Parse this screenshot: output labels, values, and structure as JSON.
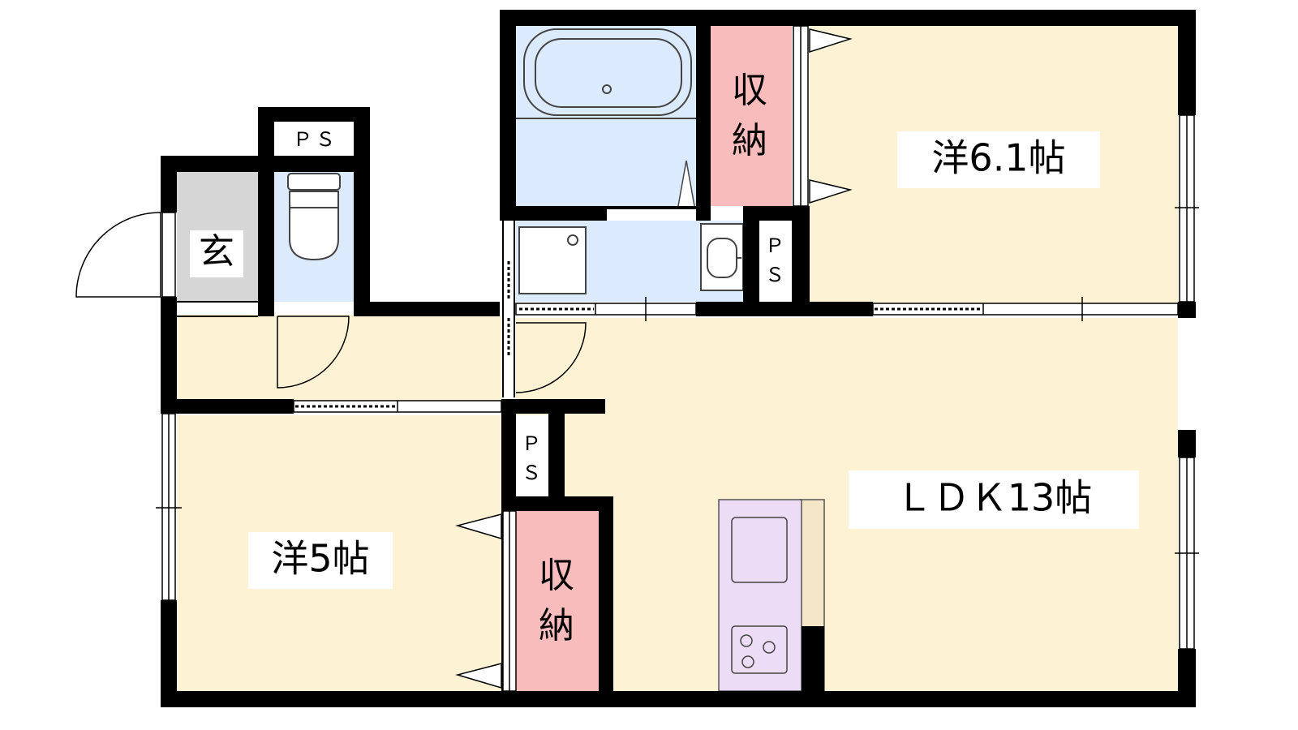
{
  "rooms": {
    "western_6": {
      "label": "洋6.1帖"
    },
    "western_5": {
      "label": "洋5帖"
    },
    "ldk": {
      "label": "ＬＤＫ13帖"
    },
    "entrance": {
      "label": "玄"
    },
    "storage_top": {
      "label_line1": "収",
      "label_line2": "納"
    },
    "storage_bottom": {
      "label_line1": "収",
      "label_line2": "納"
    },
    "ps_toilet": {
      "label": "ＰＳ"
    },
    "ps_wash_line1": "Ｐ",
    "ps_wash_line2": "Ｓ",
    "ps_ldk_line1": "Ｐ",
    "ps_ldk_line2": "Ｓ"
  },
  "colors": {
    "room_beige": "#fdf3d4",
    "wet_blue": "#dbeafd",
    "storage_pink": "#f8bcbc",
    "entrance_gray": "#d6d6d6",
    "kitchen_purple": "#ecdcf5",
    "kitchen_counter": "#f5e6c8",
    "wall": "#000000"
  },
  "icons": [
    "bathtub-icon",
    "toilet-icon",
    "washbasin-icon",
    "washing-machine-icon",
    "stove-icon",
    "sink-icon"
  ]
}
